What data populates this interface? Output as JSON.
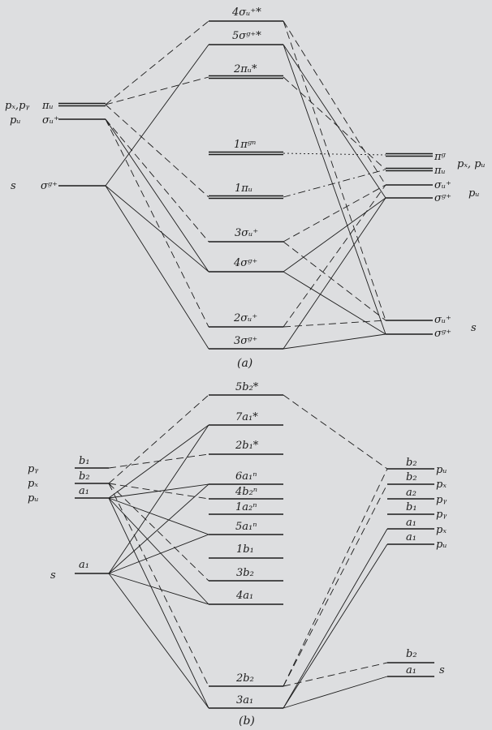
{
  "colors": {
    "background": "#dddee0",
    "ink": "#1c1c1c"
  },
  "diagram_a": {
    "caption": "(a)",
    "left": {
      "atomic": [
        {
          "id": "lap",
          "label": "pₓ,pᵧ"
        },
        {
          "id": "lapz",
          "label": "pᵤ"
        },
        {
          "id": "las",
          "label": "s"
        }
      ],
      "levels": [
        {
          "id": "la1",
          "label": "πᵤ",
          "double": true
        },
        {
          "id": "la2",
          "label": "σᵤ⁺",
          "double": false
        },
        {
          "id": "la3",
          "label": "σᵍ⁺",
          "double": false
        }
      ]
    },
    "center_levels": [
      {
        "id": "ma1",
        "label": "4σᵤ⁺*",
        "double": false
      },
      {
        "id": "ma2",
        "label": "5σᵍ⁺*",
        "double": false
      },
      {
        "id": "ma3",
        "label": "2πᵤ*",
        "double": true
      },
      {
        "id": "ma4",
        "label": "1πᵍⁿ",
        "double": true
      },
      {
        "id": "ma5",
        "label": "1πᵤ",
        "double": true
      },
      {
        "id": "ma6",
        "label": "3σᵤ⁺",
        "double": false
      },
      {
        "id": "ma7",
        "label": "4σᵍ⁺",
        "double": false
      },
      {
        "id": "ma8",
        "label": "2σᵤ⁺",
        "double": false
      },
      {
        "id": "ma9",
        "label": "3σᵍ⁺",
        "double": false
      }
    ],
    "right": {
      "levels": [
        {
          "id": "ra1",
          "label": "πᵍ",
          "double": true
        },
        {
          "id": "ra2",
          "label": "πᵤ",
          "double": true
        },
        {
          "id": "ra3",
          "label": "σᵤ⁺",
          "double": false
        },
        {
          "id": "ra4",
          "label": "σᵍ⁺",
          "double": false
        },
        {
          "id": "ra5",
          "label": "σᵤ⁺",
          "double": false
        },
        {
          "id": "ra6",
          "label": "σᵍ⁺",
          "double": false
        }
      ],
      "atomic": [
        {
          "id": "rapp",
          "label": "pₓ, pᵤ"
        },
        {
          "id": "rapz",
          "label": "pᵤ"
        },
        {
          "id": "ras",
          "label": "s"
        }
      ]
    }
  },
  "diagram_b": {
    "caption": "(b)",
    "left": {
      "atomic": [
        {
          "id": "lby",
          "label": "pᵧ"
        },
        {
          "id": "lbx",
          "label": "pₓ"
        },
        {
          "id": "lbz",
          "label": "pᵤ"
        },
        {
          "id": "lbs",
          "label": "s"
        }
      ],
      "levels": [
        {
          "id": "lb1",
          "label": "b₁"
        },
        {
          "id": "lb2",
          "label": "b₂"
        },
        {
          "id": "lb3",
          "label": "a₁"
        },
        {
          "id": "lb4",
          "label": "a₁"
        }
      ]
    },
    "center_levels": [
      {
        "id": "mb1",
        "label": "5b₂*"
      },
      {
        "id": "mb2",
        "label": "7a₁*"
      },
      {
        "id": "mb3",
        "label": "2b₁*"
      },
      {
        "id": "mb4",
        "label": "6a₁ⁿ"
      },
      {
        "id": "mb5",
        "label": "4b₂ⁿ"
      },
      {
        "id": "mb6",
        "label": "1a₂ⁿ"
      },
      {
        "id": "mb7",
        "label": "5a₁ⁿ"
      },
      {
        "id": "mb8",
        "label": "1b₁"
      },
      {
        "id": "mb9",
        "label": "3b₂"
      },
      {
        "id": "mb10",
        "label": "4a₁"
      },
      {
        "id": "mb11",
        "label": "2b₂"
      },
      {
        "id": "mb12",
        "label": "3a₁"
      }
    ],
    "right": {
      "levels": [
        {
          "id": "rb1",
          "label": "b₂",
          "atomic": "pᵤ"
        },
        {
          "id": "rb2",
          "label": "b₂",
          "atomic": "pₓ"
        },
        {
          "id": "rb3",
          "label": "a₂",
          "atomic": "pᵧ"
        },
        {
          "id": "rb4",
          "label": "b₁",
          "atomic": "pᵧ"
        },
        {
          "id": "rb5",
          "label": "a₁",
          "atomic": "pₓ"
        },
        {
          "id": "rb6",
          "label": "a₁",
          "atomic": "pᵤ"
        },
        {
          "id": "rb7",
          "label": "b₂",
          "atomic": ""
        },
        {
          "id": "rb8",
          "label": "a₁",
          "atomic": ""
        }
      ],
      "atomic_s": "s"
    }
  }
}
